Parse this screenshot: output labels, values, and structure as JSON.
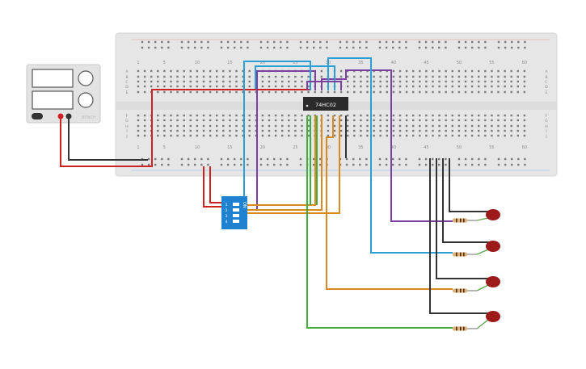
{
  "breadboard": {
    "column_numbers": [
      "1",
      "5",
      "10",
      "15",
      "20",
      "25",
      "30",
      "35",
      "40",
      "45",
      "50",
      "55",
      "60"
    ],
    "row_letters_top": [
      "A",
      "B",
      "C",
      "D",
      "E"
    ],
    "row_letters_bottom": [
      "F",
      "G",
      "H",
      "I",
      "J"
    ]
  },
  "chip": {
    "label": "74HC02"
  },
  "dip_switch": {
    "on_label": "ON",
    "positions": [
      "1",
      "2",
      "3",
      "4"
    ]
  },
  "power_supply": {
    "watermark": "BENCH"
  },
  "colors": {
    "board": "#e6e6e6",
    "hole": "#7a7a7a",
    "red_wire": "#cc2222",
    "black_wire": "#333333",
    "purple_wire": "#7b3fa0",
    "blue_wire": "#2a9fd6",
    "orange_wire": "#d98a1c",
    "green_wire": "#3fae3f",
    "led": "#9c1a1a",
    "dip_switch": "#1f82d1",
    "chip": "#2b2b2b"
  }
}
